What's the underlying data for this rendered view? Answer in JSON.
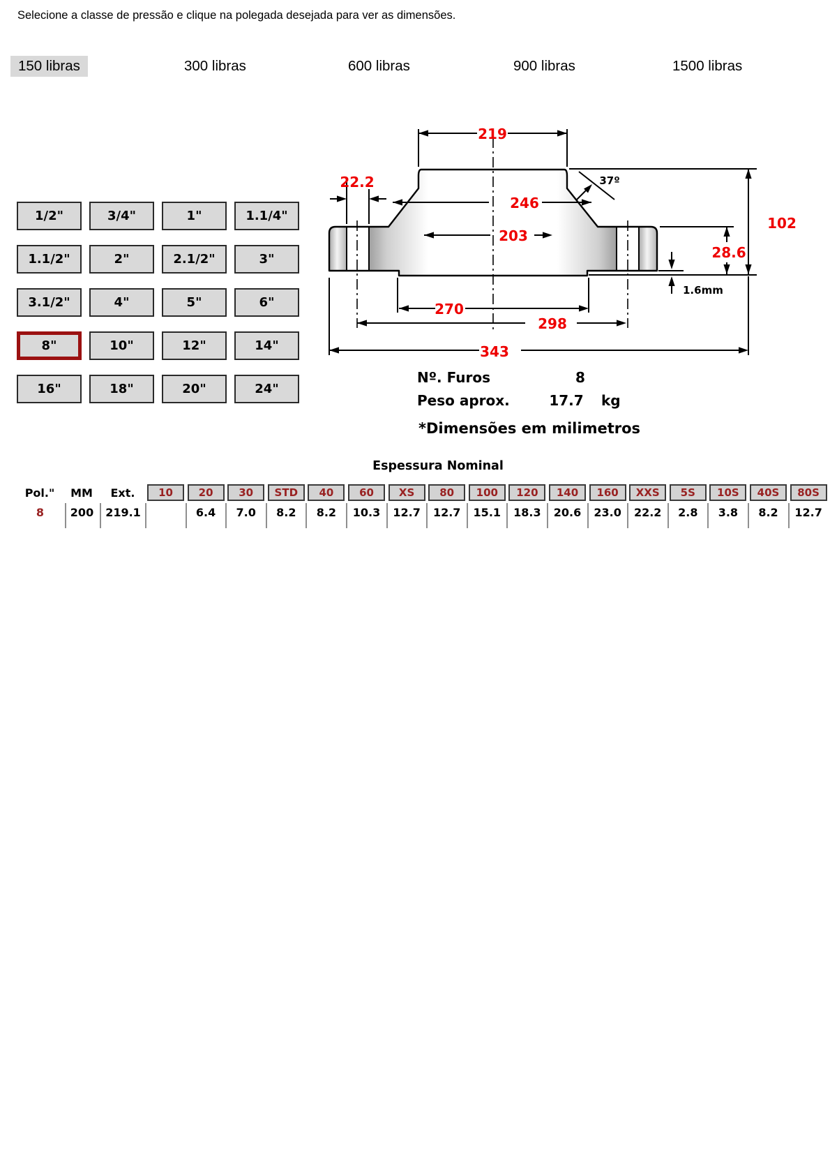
{
  "instruction": "Selecione a classe de pressão e clique na polegada desejada para ver as dimensões.",
  "pressure_classes": {
    "selected": "150 libras",
    "items": [
      "150 libras",
      "300 libras",
      "600 libras",
      "900 libras",
      "1500 libras"
    ]
  },
  "sizes": {
    "selected": "8\"",
    "items": [
      "1/2\"",
      "3/4\"",
      "1\"",
      "1.1/4\"",
      "1.1/2\"",
      "2\"",
      "2.1/2\"",
      "3\"",
      "3.1/2\"",
      "4\"",
      "5\"",
      "6\"",
      "8\"",
      "10\"",
      "12\"",
      "14\"",
      "16\"",
      "18\"",
      "20\"",
      "24\""
    ]
  },
  "diagram": {
    "dims": {
      "d219": "219",
      "d22_2": "22.2",
      "d246": "246",
      "d203": "203",
      "d37": "37º",
      "d102": "102",
      "d28_6": "28.6",
      "d1_6": "1.6mm",
      "d270": "270",
      "d298": "298",
      "d343": "343"
    }
  },
  "results": {
    "furos_label": "Nº. Furos",
    "furos_value": "8",
    "peso_label": "Peso aprox.",
    "peso_value": "17.7",
    "peso_unit": "kg",
    "note": "*Dimensões em milimetros"
  },
  "table": {
    "title": "Espessura Nominal",
    "fixed_headers": [
      "Pol.\"",
      "MM",
      "Ext."
    ],
    "schedule_headers": [
      "10",
      "20",
      "30",
      "STD",
      "40",
      "60",
      "XS",
      "80",
      "100",
      "120",
      "140",
      "160",
      "XXS",
      "5S",
      "10S",
      "40S",
      "80S"
    ],
    "row": {
      "pol": "8",
      "mm": "200",
      "ext": "219.1",
      "values": [
        "",
        "6.4",
        "7.0",
        "8.2",
        "8.2",
        "10.3",
        "12.7",
        "12.7",
        "15.1",
        "18.3",
        "20.6",
        "23.0",
        "22.2",
        "2.8",
        "3.8",
        "8.2",
        "12.7"
      ]
    }
  },
  "colors": {
    "dim_red": "#ee0000",
    "dark_red": "#992222",
    "selected_border": "#9b1111",
    "button_gray": "#d9d9d9",
    "highlight_gray": "#d9d9d9"
  }
}
